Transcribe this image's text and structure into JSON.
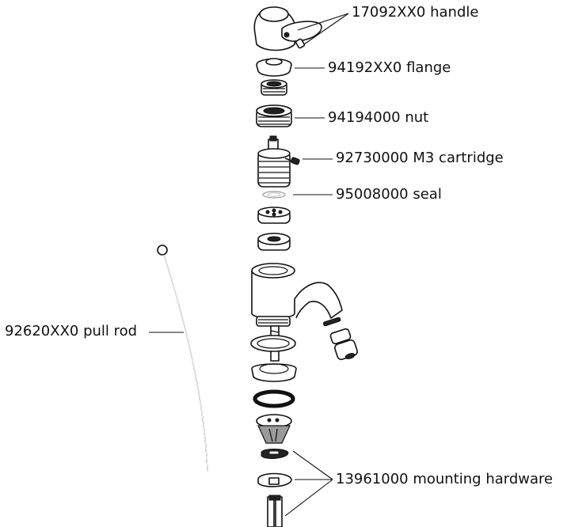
{
  "labels": {
    "handle": "17092XX0 handle",
    "flange": "94192XX0 flange",
    "nut": "94194000 nut",
    "cartridge": "92730000 M3 cartridge",
    "seal": "95008000 seal",
    "pull_rod": "92620XX0 pull rod",
    "mounting_hardware": "13961000 mounting hardware"
  }
}
